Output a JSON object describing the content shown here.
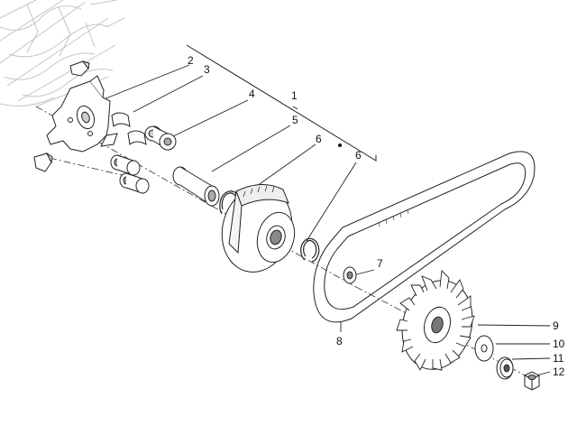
{
  "callouts": [
    {
      "id": "c2",
      "label": "2"
    },
    {
      "id": "c3",
      "label": "3"
    },
    {
      "id": "c4",
      "label": "4"
    },
    {
      "id": "c1",
      "label": "1"
    },
    {
      "id": "c5",
      "label": "5"
    },
    {
      "id": "c6a",
      "label": "6"
    },
    {
      "id": "c6b",
      "label": "6"
    },
    {
      "id": "c7",
      "label": "7"
    },
    {
      "id": "c8",
      "label": "8"
    },
    {
      "id": "c9",
      "label": "9"
    },
    {
      "id": "c10",
      "label": "10"
    },
    {
      "id": "c11",
      "label": "11"
    },
    {
      "id": "c12",
      "label": "12"
    }
  ],
  "colors": {
    "line": "#222222",
    "faint": "#bdbdbd",
    "background": "#ffffff"
  }
}
